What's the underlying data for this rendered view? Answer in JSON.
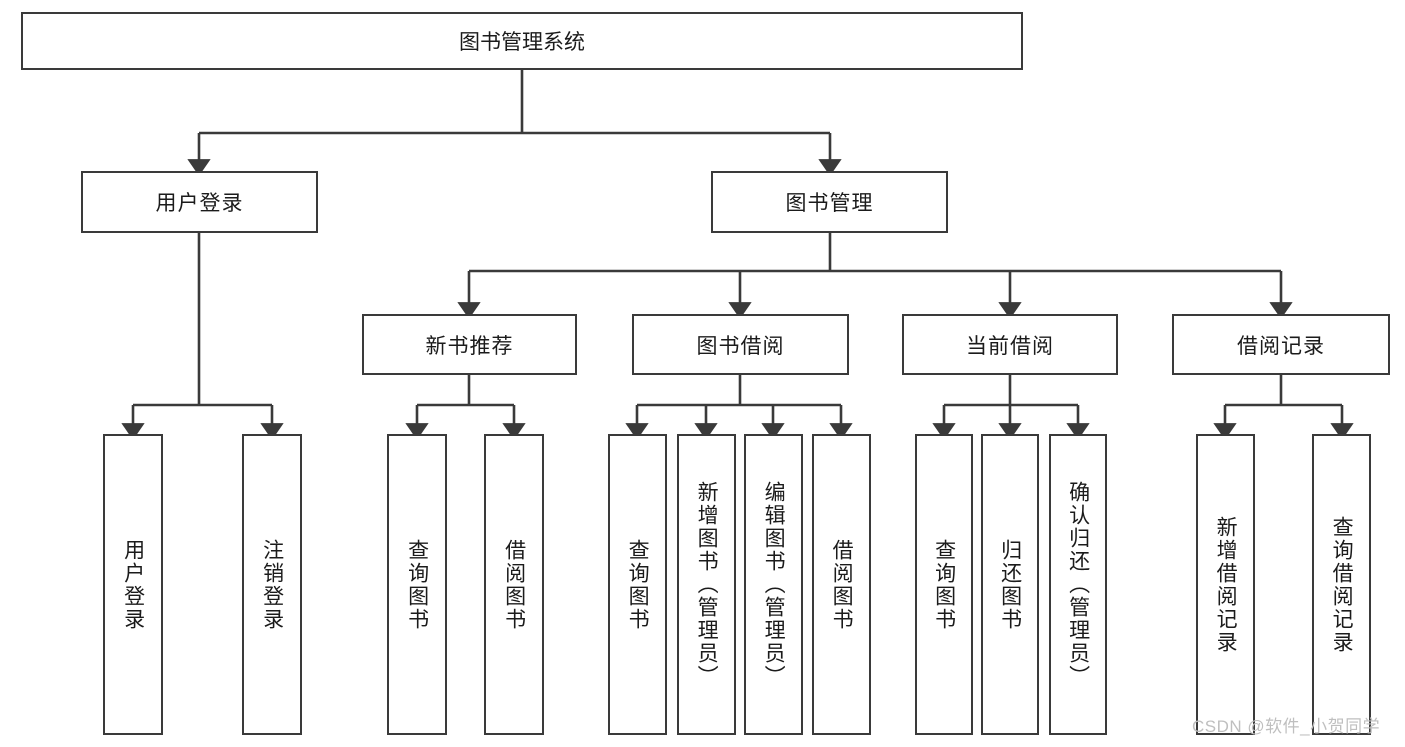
{
  "diagram": {
    "type": "tree",
    "title": "图书管理系统",
    "watermark": "CSDN @软件_小贺同学",
    "colors": {
      "box_border": "#3a3a3a",
      "box_fill": "#ffffff",
      "connector": "#3a3a3a",
      "text": "#1b1b1b",
      "watermark": "#bfbfbf",
      "background": "#ffffff"
    },
    "root": {
      "label": "图书管理系统"
    },
    "level2": [
      {
        "label": "用户登录"
      },
      {
        "label": "图书管理"
      }
    ],
    "level3": [
      {
        "label": "新书推荐"
      },
      {
        "label": "图书借阅"
      },
      {
        "label": "当前借阅"
      },
      {
        "label": "借阅记录"
      }
    ],
    "leaves": {
      "user_login": [
        {
          "label": "用户登录"
        },
        {
          "label": "注销登录"
        }
      ],
      "new_book": [
        {
          "label": "查询图书"
        },
        {
          "label": "借阅图书"
        }
      ],
      "borrow": [
        {
          "label": "查询图书"
        },
        {
          "label": "新增图书（管理员）"
        },
        {
          "label": "编辑图书（管理员）"
        },
        {
          "label": "借阅图书"
        }
      ],
      "current": [
        {
          "label": "查询图书"
        },
        {
          "label": "归还图书"
        },
        {
          "label": "确认归还（管理员）"
        }
      ],
      "records": [
        {
          "label": "新增借阅记录"
        },
        {
          "label": "查询借阅记录"
        }
      ]
    }
  }
}
